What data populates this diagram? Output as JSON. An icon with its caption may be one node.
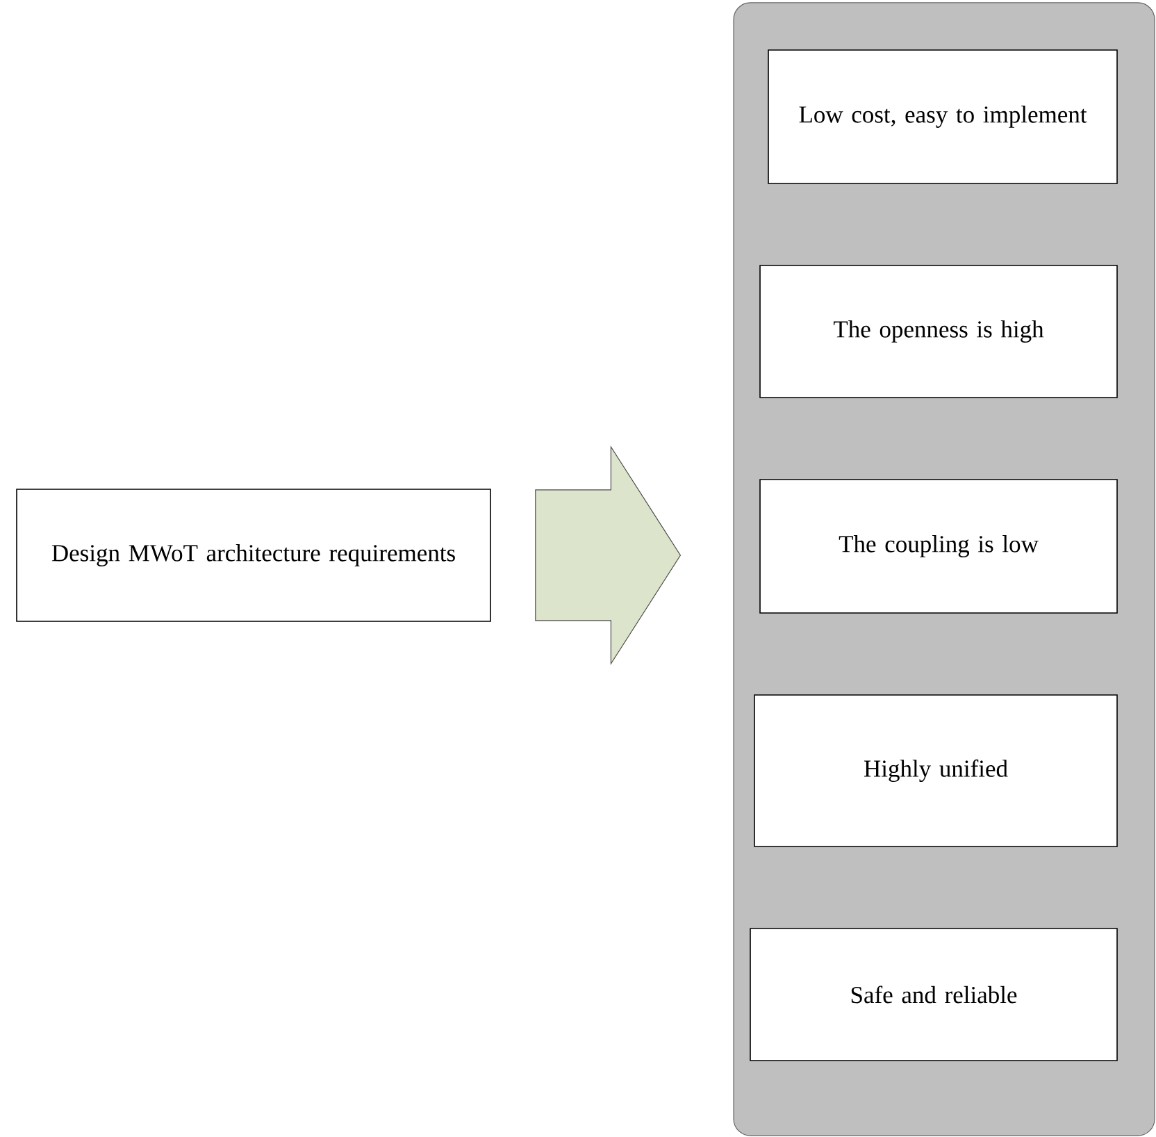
{
  "diagram": {
    "nodes": [
      {
        "text": [
          "Design MWoT architecture requirements"
        ]
      },
      {
        "text": [],
        "shape": "box"
      },
      {
        "text": [
          "Low cost, easy to implement"
        ],
        "in": 1
      },
      {
        "text": [
          "The openness is high"
        ],
        "in": 1
      },
      {
        "text": [
          "The coupling is low"
        ],
        "in": 1
      },
      {
        "text": [
          "Highly unified"
        ],
        "in": 1
      },
      {
        "text": [
          "Safe and reliable"
        ],
        "in": 1
      }
    ],
    "edges": [
      {
        "from": 0,
        "to": 1,
        "arrow": "to"
      }
    ]
  }
}
